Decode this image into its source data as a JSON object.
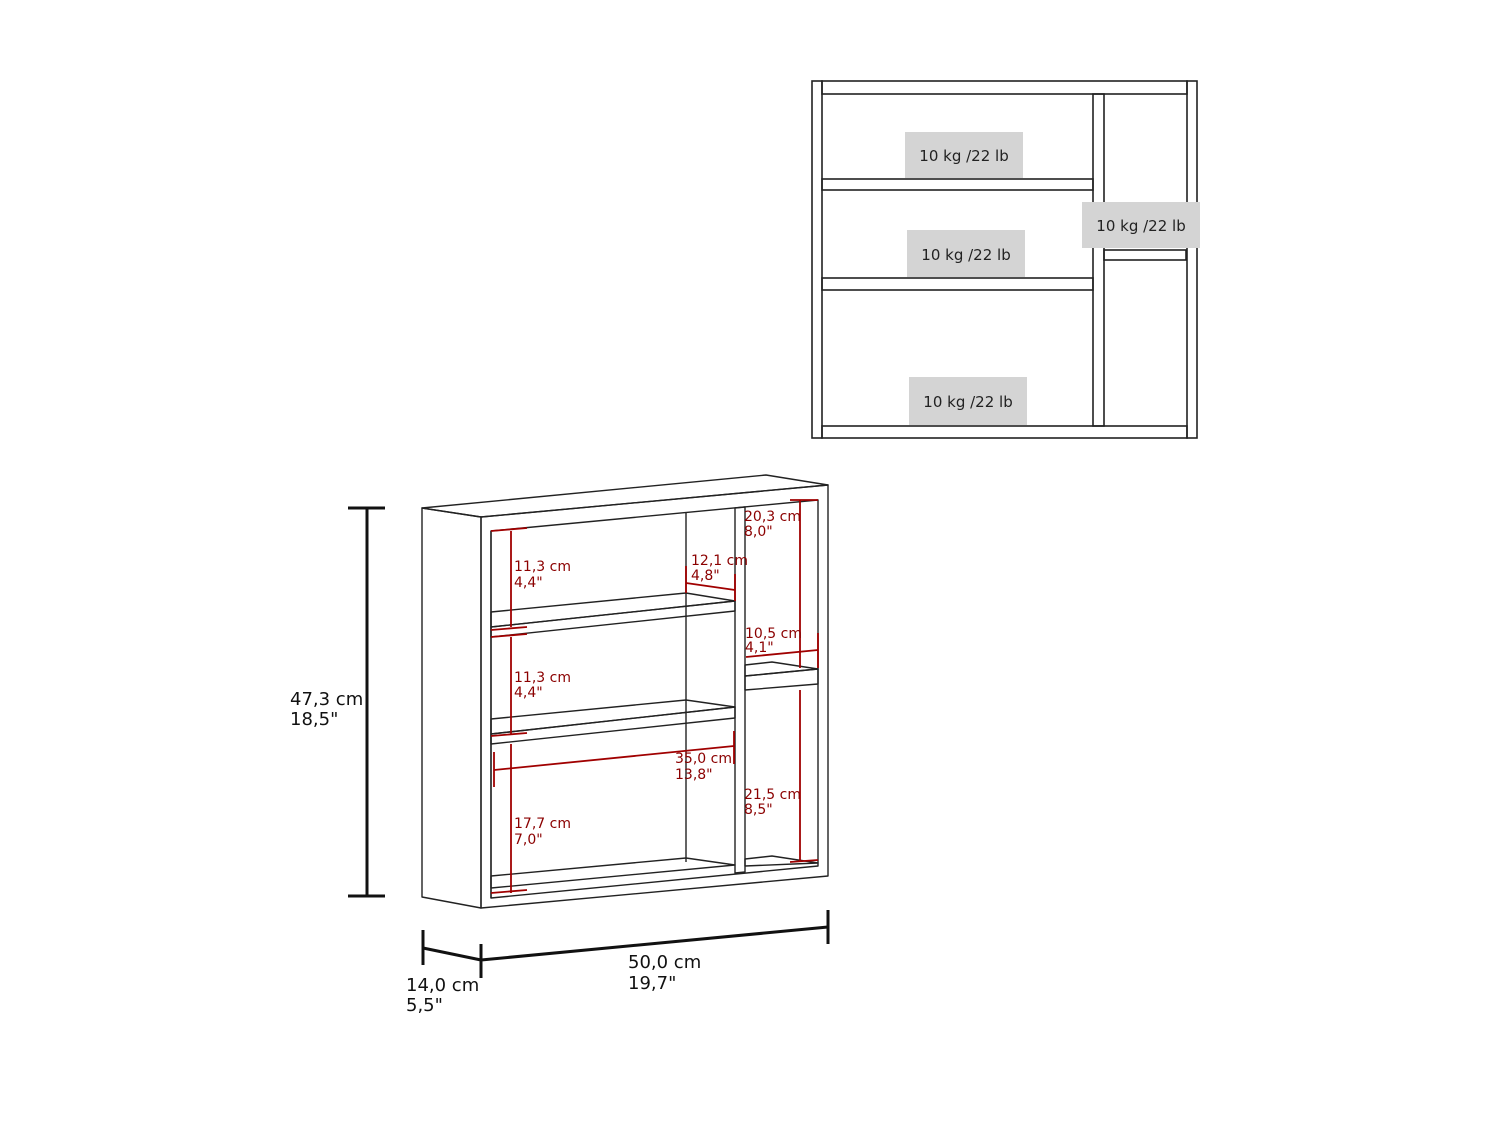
{
  "colors": {
    "outline": "#222222",
    "dimension_red": "#a00000",
    "load_badge_fill": "#d4d4d4",
    "background": "#ffffff"
  },
  "load_diagram": {
    "shelf_top": "10 kg /22 lb",
    "shelf_middle": "10 kg /22 lb",
    "shelf_bottom": "10 kg /22 lb",
    "side_compartment": "10 kg /22 lb"
  },
  "overall_dimensions": {
    "height_cm": "47,3 cm",
    "height_in": "18,5\"",
    "width_cm": "50,0 cm",
    "width_in": "19,7\"",
    "depth_cm": "14,0 cm",
    "depth_in": "5,5\""
  },
  "inner_dimensions": {
    "top_shelf_gap_cm": "11,3 cm",
    "top_shelf_gap_in": "4,4\"",
    "middle_shelf_gap_cm": "11,3 cm",
    "middle_shelf_gap_in": "4,4\"",
    "bottom_gap_cm": "17,7 cm",
    "bottom_gap_in": "7,0\"",
    "shelf_depth_cm": "12,1 cm",
    "shelf_depth_in": "4,8\"",
    "shelf_width_cm": "35,0 cm",
    "shelf_width_in": "13,8\"",
    "side_upper_cm": "20,3 cm",
    "side_upper_in": "8,0\"",
    "side_width_cm": "10,5 cm",
    "side_width_in": "4,1\"",
    "side_lower_cm": "21,5 cm",
    "side_lower_in": "8,5\""
  }
}
